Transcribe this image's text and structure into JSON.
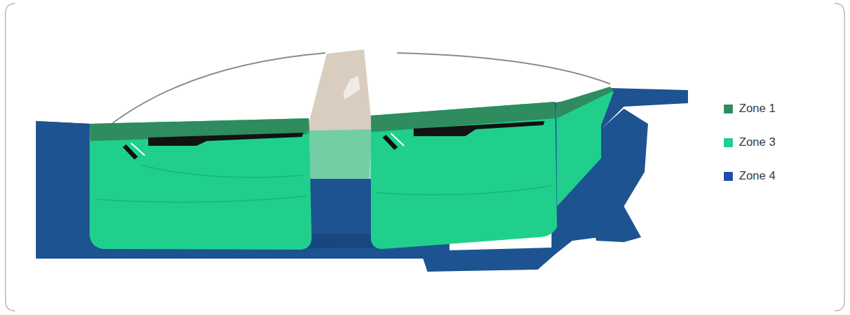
{
  "diagram": {
    "legend": [
      {
        "text": "Zone 1",
        "color": "#2e8c5e"
      },
      {
        "text": "Zone 3",
        "color": "#1fcf8c"
      },
      {
        "text": "Zone 4",
        "color": "#1f4ea6"
      }
    ]
  }
}
